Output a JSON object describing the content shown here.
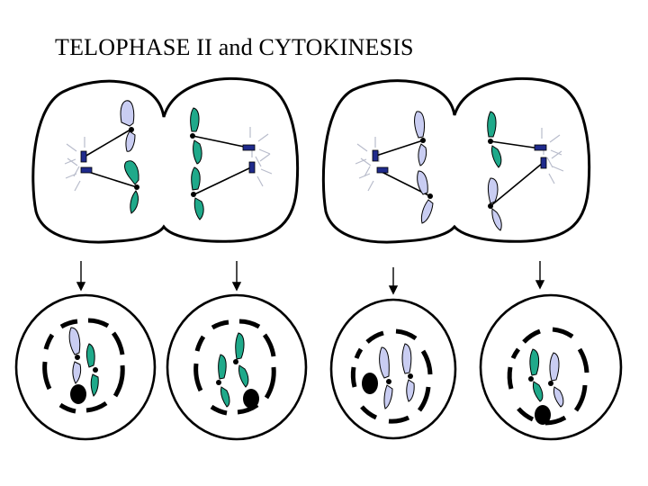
{
  "title": "TELOPHASE II and CYTOKINESIS",
  "colors": {
    "background": "#ffffff",
    "outline": "#000000",
    "chromatid_green": "#1fa98a",
    "chromatid_lavender": "#c9cdf2",
    "centrosome": "#1f2a8c",
    "aster_rays": "#b8bccb",
    "nucleolus": "#000000"
  },
  "stages": [
    {
      "label": "dividing-cell-pair-left",
      "daughters": [
        "daughter-nucleus-1",
        "daughter-nucleus-2"
      ]
    },
    {
      "label": "dividing-cell-pair-right",
      "daughters": [
        "daughter-nucleus-3",
        "daughter-nucleus-4"
      ]
    }
  ]
}
